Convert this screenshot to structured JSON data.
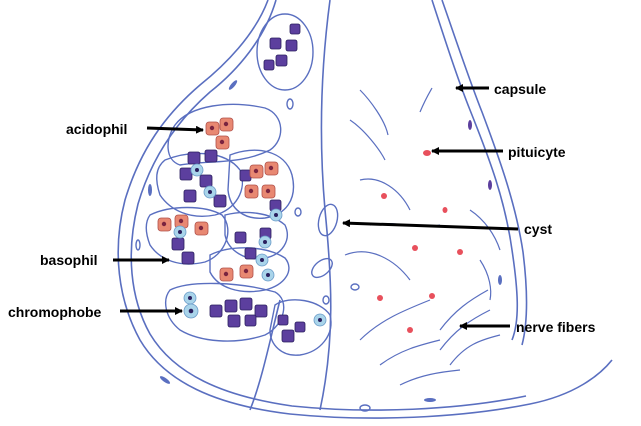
{
  "labels": {
    "acidophil": "acidophil",
    "basophil": "basophil",
    "chromophobe": "chromophobe",
    "capsule": "capsule",
    "pituicyte": "pituicyte",
    "cyst": "cyst",
    "nerve_fibers": "nerve fibers"
  },
  "colors": {
    "outline": "#5a6fc0",
    "basophil": "#5c3f9e",
    "basophil_nucleus": "#2a1f5e",
    "acidophil": "#e88872",
    "acidophil_nucleus": "#7a2440",
    "chromophobe": "#a9d4ea",
    "pituicyte": "#e8505c",
    "arrow": "#000000"
  }
}
